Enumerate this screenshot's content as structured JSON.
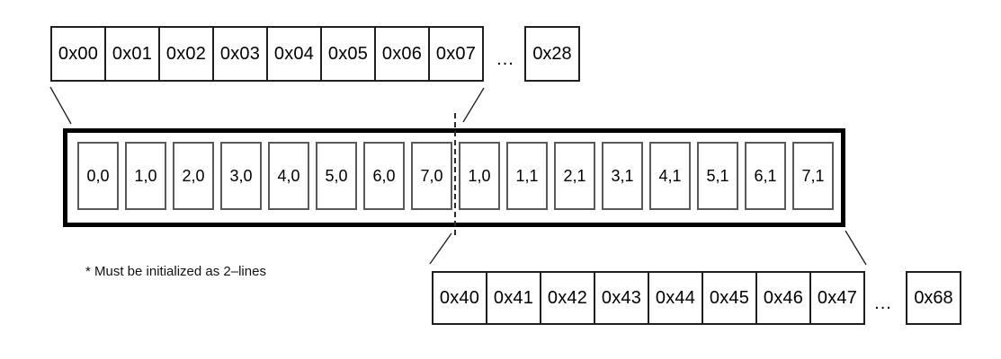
{
  "diagram": {
    "top_row": {
      "cells": [
        "0x00",
        "0x01",
        "0x02",
        "0x03",
        "0x04",
        "0x05",
        "0x06",
        "0x07"
      ],
      "ellipsis": "...",
      "last_cell": "0x28"
    },
    "cache_line": {
      "cells": [
        "0,0",
        "1,0",
        "2,0",
        "3,0",
        "4,0",
        "5,0",
        "6,0",
        "7,0",
        "1,0",
        "1,1",
        "2,1",
        "3,1",
        "4,1",
        "5,1",
        "6,1",
        "7,1"
      ]
    },
    "bottom_row": {
      "cells": [
        "0x40",
        "0x41",
        "0x42",
        "0x43",
        "0x44",
        "0x45",
        "0x46",
        "0x47"
      ],
      "ellipsis": "...",
      "last_cell": "0x68"
    },
    "footnote": "* Must be initialized as 2–lines",
    "colors": {
      "background": "#ffffff",
      "text": "#000000",
      "byte_cell_border": "#1f1f1f",
      "line_box_border": "#000000",
      "word_cell_border": "#585858",
      "dashed_divider": "#2a2a2a"
    }
  }
}
